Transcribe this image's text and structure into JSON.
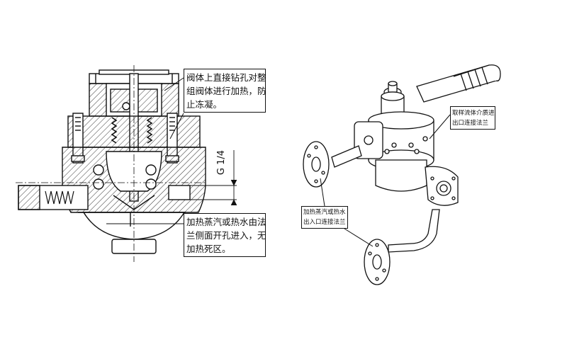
{
  "annotations": {
    "heating_top": [
      "阀体上直接钻孔对整",
      "组阀体进行加热，防",
      "止冻凝。"
    ],
    "heating_bottom": [
      "加热蒸汽或热水由法",
      "兰侧面开孔进入，无",
      "加热死区。"
    ],
    "sample_flange": [
      "取样流体介质进",
      "出口连接法兰"
    ],
    "steam_flange": [
      "加热蒸汽或热水",
      "出入口连接法兰"
    ]
  },
  "dimension": {
    "thread_size": "G 1/4"
  },
  "colors": {
    "line": "#111111",
    "hatch": "#333333",
    "background": "#ffffff"
  }
}
